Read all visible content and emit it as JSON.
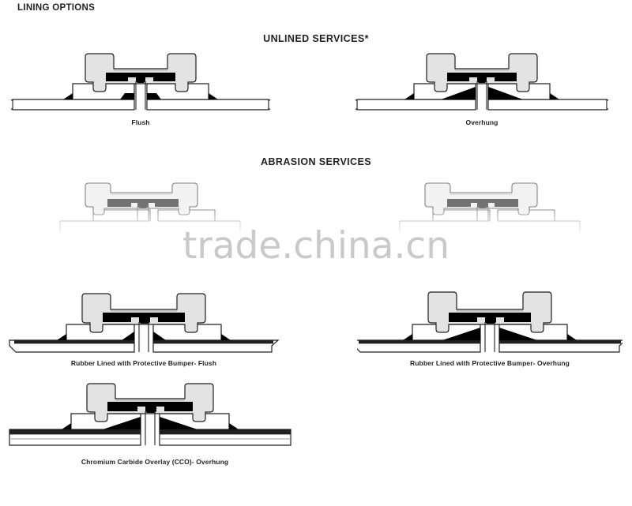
{
  "document": {
    "title": "LINING OPTIONS",
    "watermark": "trade.china.cn"
  },
  "sections": [
    {
      "id": "unlined",
      "title": "UNLINED SERVICES*"
    },
    {
      "id": "abrasion",
      "title": "ABRASION SERVICES"
    }
  ],
  "figures": [
    {
      "id": "flush",
      "label": "Flush",
      "section": "unlined",
      "description": "knife gate valve cross-section seated flush with pipe wall"
    },
    {
      "id": "overhung",
      "label": "Overhung",
      "section": "unlined",
      "description": "knife gate valve cross-section with overhung seat"
    },
    {
      "id": "abrasion-flush",
      "label": "",
      "section": "abrasion",
      "description": "abrasion service flush cross-section, obscured by watermark"
    },
    {
      "id": "abrasion-overhung",
      "label": "",
      "section": "abrasion",
      "description": "abrasion service overhung cross-section, obscured by watermark"
    },
    {
      "id": "rubber-lined-flush",
      "label": "Rubber Lined with Protective Bumper- Flush",
      "section": "abrasion",
      "description": "rubber lined pipe with protective bumper, flush seat"
    },
    {
      "id": "rubber-lined-overhung",
      "label": "Rubber Lined with Protective Bumper- Overhung",
      "section": "abrasion",
      "description": "rubber lined pipe with protective bumper, overhung seat"
    },
    {
      "id": "cco-overhung",
      "label": "Chromium Carbide Overlay (CCO)- Overhung",
      "section": "abrasion",
      "description": "chromium carbide overlay lined pipe, overhung seat"
    }
  ],
  "colors": {
    "ink": "#231f20",
    "body_fill": "#e3e3e3",
    "body_fill_light": "#efefef",
    "seal_black": "#000000",
    "pipe_fill": "#ffffff",
    "liner_fill": "#d9d9d9",
    "watermark": "#c9c9c9",
    "page_background": "#ffffff"
  }
}
